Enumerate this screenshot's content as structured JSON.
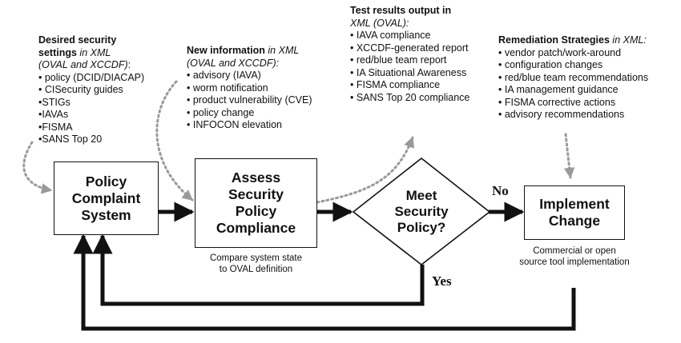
{
  "desired": {
    "title": "Desired security",
    "title2": "settings",
    "title_it": "in XML",
    "title3": "(OVAL and XCCDF)",
    "title3_colon": ":",
    "items": [
      "• policy (DCID/DIACAP)",
      "• CISecurity guides",
      "•STIGs",
      "•IAVAs",
      "•FISMA",
      "•SANS Top 20"
    ]
  },
  "newinfo": {
    "title": "New information",
    "title_it": "in XML",
    "title2": "(OVAL and XCCDF):",
    "items": [
      "• advisory (IAVA)",
      "• worm notification",
      "• product vulnerability (CVE)",
      "• policy change",
      "• INFOCON elevation"
    ]
  },
  "testresults": {
    "title": "Test results output in",
    "title2": "XML (OVAL):",
    "items": [
      "• IAVA compliance",
      "• XCCDF-generated report",
      "• red/blue team report",
      "• IA Situational Awareness",
      "• FISMA compliance",
      "• SANS Top 20 compliance"
    ]
  },
  "remediation": {
    "title": "Remediation Strategies",
    "title_it": "in XML:",
    "items": [
      "• vendor patch/work-around",
      "• configuration changes",
      "• red/blue team recommendations",
      "• IA management guidance",
      "• FISMA corrective actions",
      "• advisory recommendations"
    ]
  },
  "nodes": {
    "policy": [
      "Policy",
      "Complaint",
      "System"
    ],
    "assess": [
      "Assess",
      "Security",
      "Policy",
      "Compliance"
    ],
    "meet": [
      "Meet",
      "Security",
      "Policy?"
    ],
    "implement": [
      "Implement",
      "Change"
    ]
  },
  "captions": {
    "assess": [
      "Compare system state",
      "to OVAL definition"
    ],
    "implement": [
      "Commercial or open",
      "source tool implementation"
    ]
  },
  "edges": {
    "no": "No",
    "yes": "Yes"
  }
}
